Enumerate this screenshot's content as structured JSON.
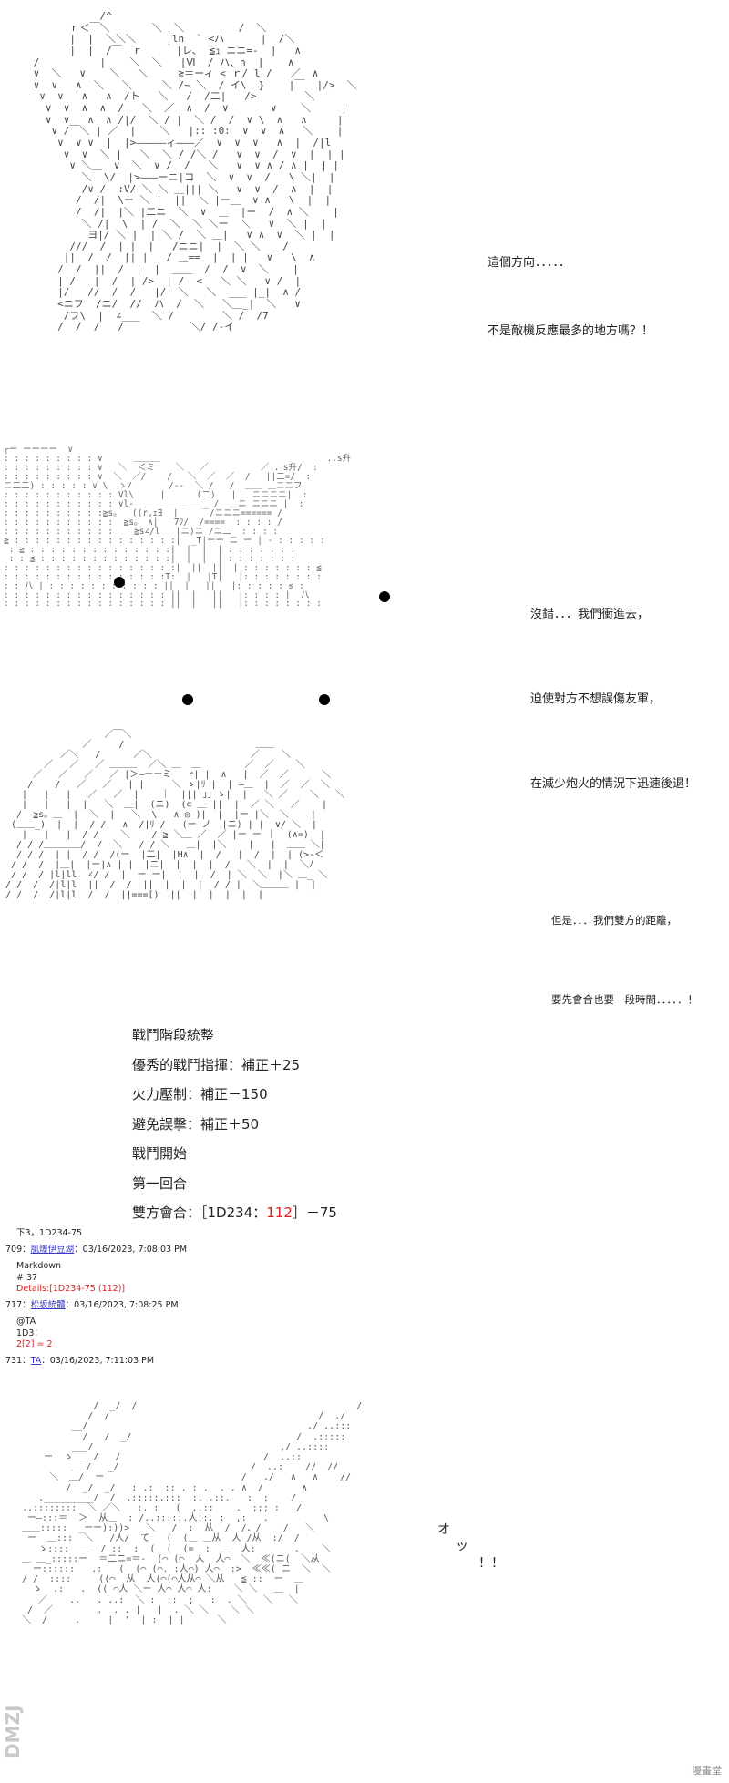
{
  "panel1": {
    "dialog": [
      "這個方向．．．．．",
      "不是敵機反應最多的地方嗎？！"
    ]
  },
  "panel2": {
    "dialog": [
      "沒錯．．．我們衝進去，",
      "迫使對方不想誤傷友軍，",
      "在減少炮火的情況下迅速後退！"
    ]
  },
  "panel3": {
    "dialog": [
      "但是．．．我們雙方的距離，",
      "要先會合也要一段時間．．．．．！"
    ]
  },
  "battle": {
    "title": "戰鬥階段統整",
    "line1": "優秀的戰鬥指揮：補正＋25",
    "line2": "火力壓制：補正－150",
    "line3": "避免誤擊：補正＋50",
    "line4": "戰鬥開始",
    "line5": "第一回合",
    "roll_prefix": "雙方會合：［1D234：",
    "roll_value": "112",
    "roll_suffix": "］－75"
  },
  "thread": {
    "header": "下3，1D234-75",
    "post1": {
      "meta_prefix": "709：",
      "user": "肌爆伊豆湖",
      "meta_suffix": "：03/16/2023, 7:08:03 PM",
      "line1": "Markdown",
      "line2": "# 37",
      "line3": "Details:[1D234-75 (112)]"
    },
    "post2": {
      "meta_prefix": "717：",
      "user": "松坂統體",
      "meta_suffix": "：03/16/2023, 7:08:25 PM",
      "line1": "@TA",
      "line2": "1D3：",
      "line3": "2[2] = 2"
    },
    "post3": {
      "meta_prefix": "731：",
      "user": "TA",
      "meta_suffix": "：03/16/2023, 7:11:03 PM"
    }
  },
  "panel4": {
    "sfx": [
      "オ",
      "ッ",
      "！！"
    ]
  },
  "watermark": {
    "left": "DMZJ",
    "right": "漫畫堂"
  }
}
